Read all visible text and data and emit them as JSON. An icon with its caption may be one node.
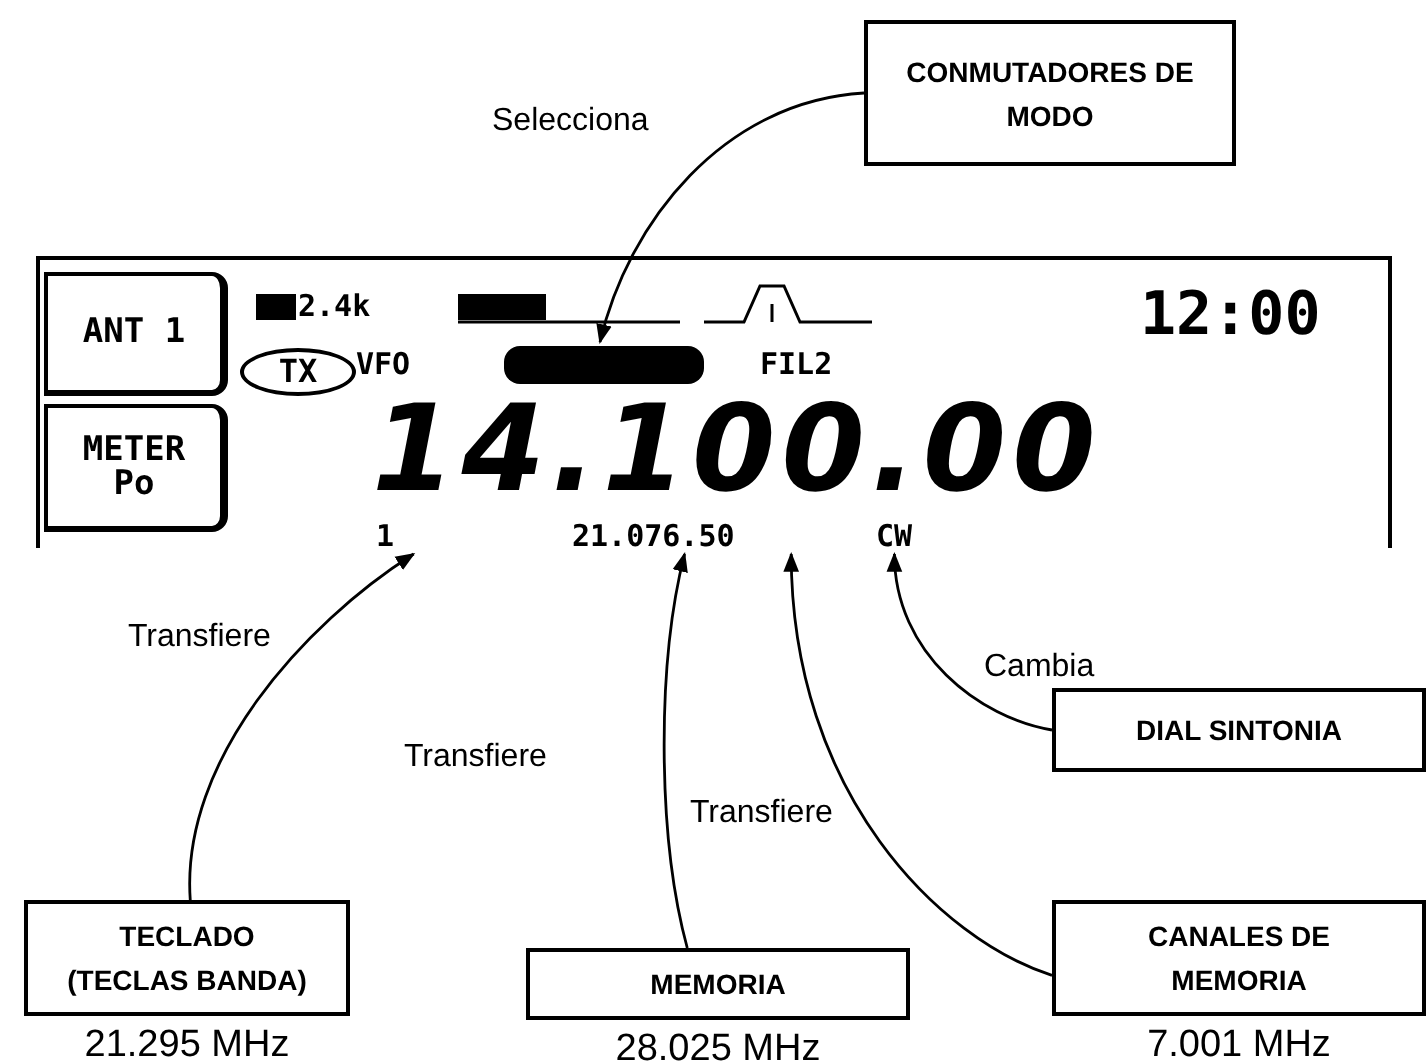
{
  "diagram": {
    "nodes": [
      {
        "text": [],
        "shape": "box"
      },
      {
        "text": [
          "ANT 1"
        ],
        "in": 0
      },
      {
        "text": [
          "METER Po"
        ],
        "in": 0
      },
      {
        "text": [],
        "shape": "bar",
        "in": 0
      },
      {
        "text": [
          "TX"
        ],
        "in": 0
      },
      {
        "text": [
          "1"
        ],
        "in": 0
      },
      {
        "text": [
          "21.076.50"
        ],
        "in": 0
      },
      {
        "text": [
          "CW"
        ],
        "in": 0
      },
      {
        "text": [
          "CONMUTADORES DE MODO"
        ]
      },
      {
        "text": [
          "DIAL SINTONIA"
        ]
      },
      {
        "text": [
          "TECLADO (TECLAS BANDA)"
        ],
        "beside": [
          "21.295 MHz"
        ]
      },
      {
        "text": [
          "MEMORIA"
        ],
        "beside": [
          "28.025 MHz"
        ]
      },
      {
        "text": [
          "CANALES DE MEMORIA"
        ],
        "beside": [
          "7.001 MHz"
        ]
      }
    ],
    "edges": [
      {
        "from": 8,
        "to": 3,
        "arrow": "to",
        "label": "Selecciona"
      },
      {
        "from": 10,
        "to": 5,
        "arrow": "to",
        "label": "Transfiere"
      },
      {
        "from": 11,
        "to": 6,
        "arrow": "to",
        "label": "Transfiere"
      },
      {
        "from": 12,
        "to": 6,
        "arrow": "to",
        "label": "Transfiere"
      },
      {
        "from": 9,
        "to": 7,
        "arrow": "to",
        "label": "Cambia"
      }
    ],
    "labels": [
      "2.4k",
      "12:00",
      "VFO",
      "FIL2",
      "14.100.00"
    ]
  }
}
